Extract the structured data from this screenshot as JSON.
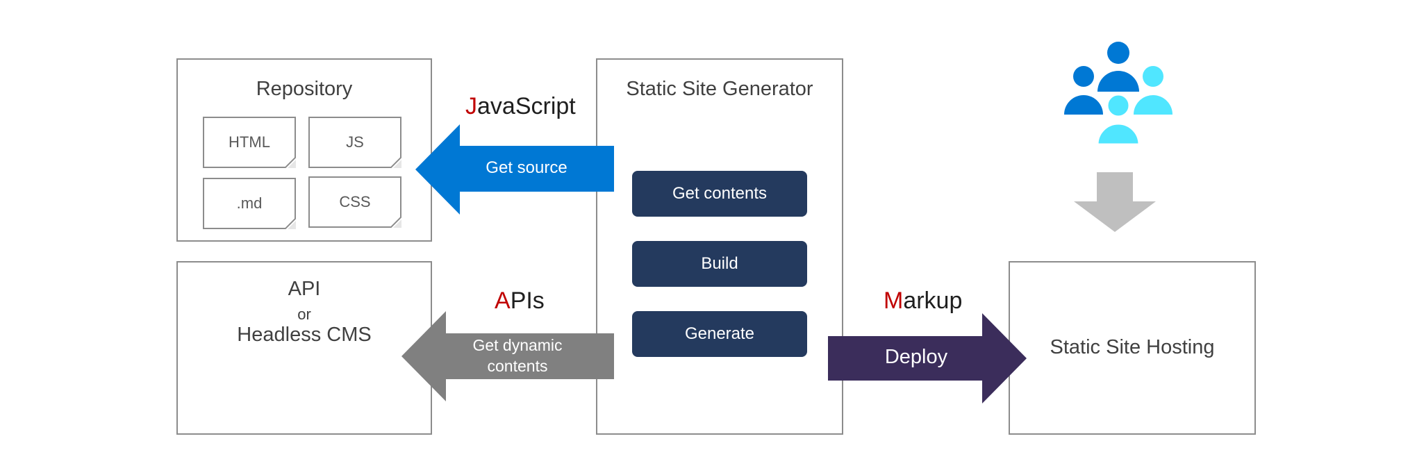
{
  "repository": {
    "title": "Repository",
    "files": [
      "HTML",
      "JS",
      ".md",
      "CSS"
    ]
  },
  "api": {
    "line1": "API",
    "line2": "or",
    "line3": "Headless CMS"
  },
  "generator": {
    "title": "Static Site Generator",
    "steps": [
      "Get contents",
      "Build",
      "Generate"
    ]
  },
  "hosting": {
    "title": "Static Site Hosting"
  },
  "arrows": {
    "get_source": "Get source",
    "get_dynamic": "Get dynamic contents",
    "deploy": "Deploy"
  },
  "jam": {
    "javascript": {
      "initial": "J",
      "rest": "avaScript"
    },
    "apis": {
      "initial": "A",
      "rest": "PIs"
    },
    "markup": {
      "initial": "M",
      "rest": "arkup"
    }
  },
  "colors": {
    "get_source_arrow": "#0078d4",
    "get_dynamic_arrow": "#808080",
    "deploy_arrow": "#3b2d5b",
    "step_fill": "#243a5e",
    "users_dark": "#0078d4",
    "users_light": "#50e6ff",
    "down_arrow": "#bfbfbf",
    "jam_initial": "#c00000"
  },
  "icons": {
    "users": "users-group-icon",
    "down_arrow": "down-arrow-icon"
  }
}
